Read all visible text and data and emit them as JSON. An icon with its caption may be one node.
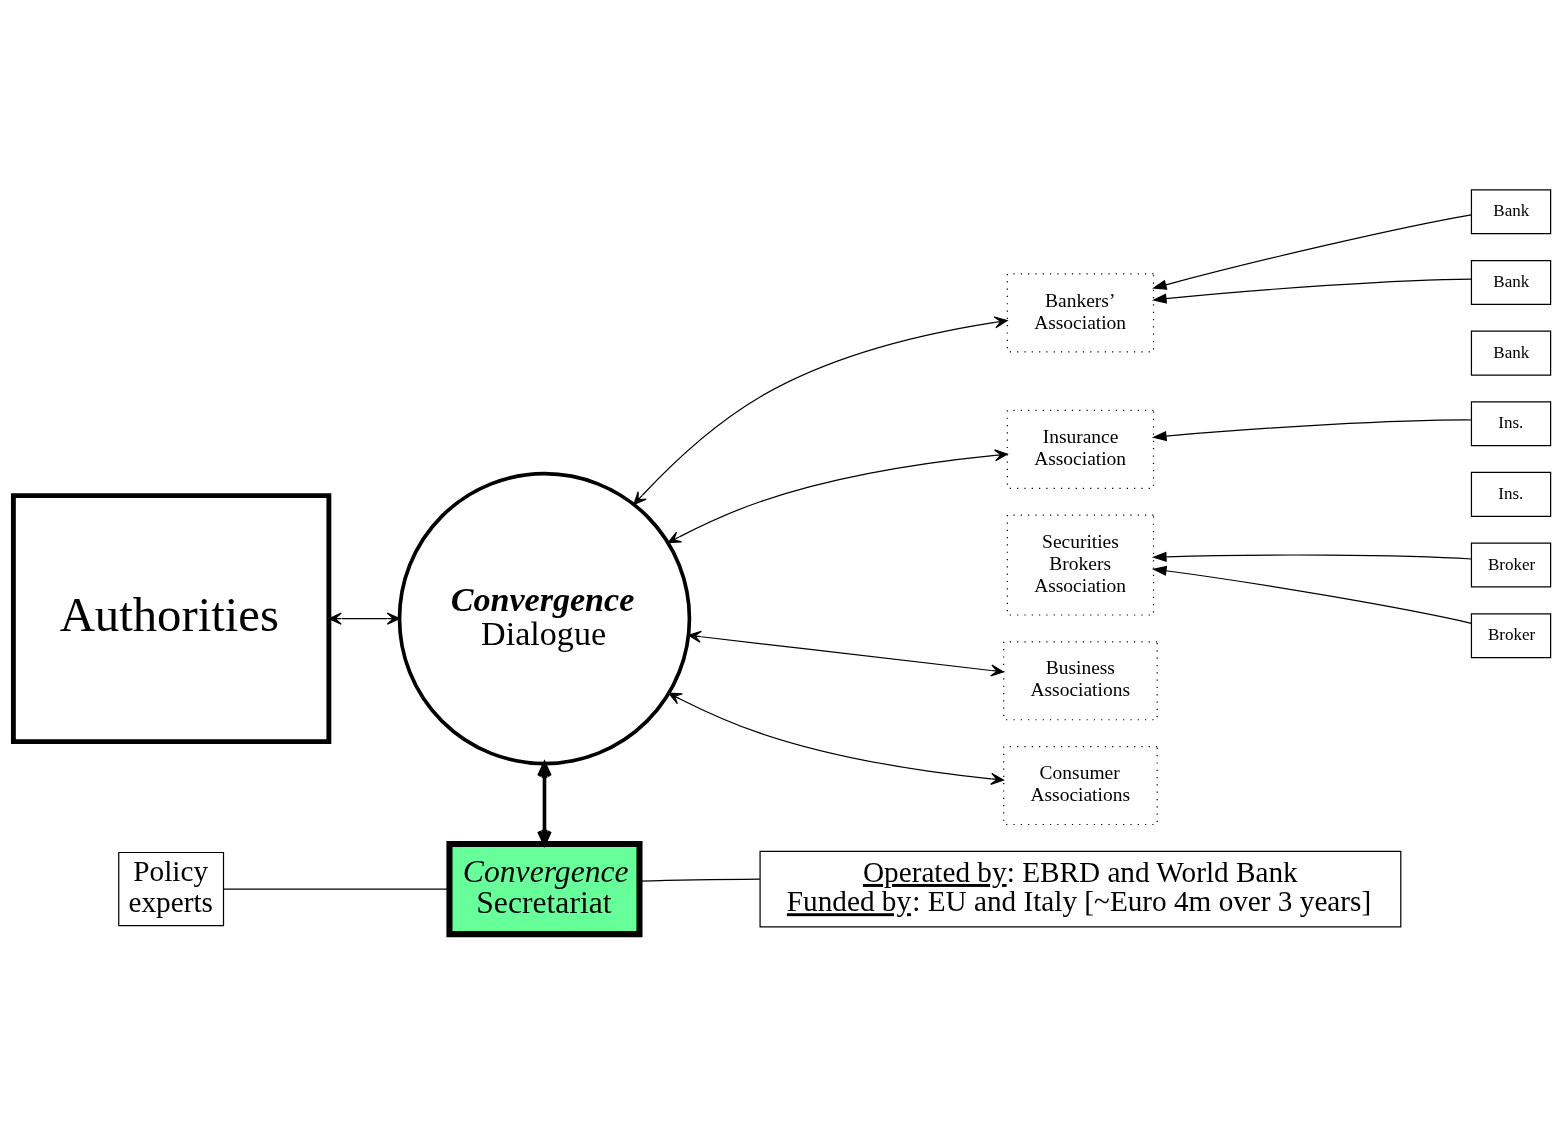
{
  "diagram": {
    "nodes": [
      {
        "text": [
          "Authorities"
        ]
      },
      {
        "text": [
          "Convergence",
          "Dialogue"
        ]
      },
      {
        "text": [
          "Bankers’ Association"
        ]
      },
      {
        "text": [
          "Insurance Association"
        ]
      },
      {
        "text": [
          "Securities Brokers Association"
        ]
      },
      {
        "text": [
          "Business Associations"
        ]
      },
      {
        "text": [
          "Consumer Associations"
        ]
      },
      {
        "text": [
          "Bank"
        ]
      },
      {
        "text": [
          "Bank"
        ]
      },
      {
        "text": [
          "Bank"
        ]
      },
      {
        "text": [
          "Ins."
        ]
      },
      {
        "text": [
          "Ins."
        ]
      },
      {
        "text": [
          "Broker"
        ]
      },
      {
        "text": [
          "Broker"
        ]
      },
      {
        "text": [
          "Convergence",
          "Secretariat"
        ]
      },
      {
        "text": [
          "Policy experts"
        ]
      },
      {
        "text": [
          "Operated by: EBRD and World Bank",
          "Funded by: EU and Italy [~Euro 4m over 3 years]"
        ]
      }
    ],
    "edges": [
      {
        "from": 0,
        "to": 1,
        "arrow": "both"
      },
      {
        "from": 1,
        "to": 2,
        "arrow": "both"
      },
      {
        "from": 1,
        "to": 3,
        "arrow": "both"
      },
      {
        "from": 1,
        "to": 5,
        "arrow": "both"
      },
      {
        "from": 1,
        "to": 6,
        "arrow": "both"
      },
      {
        "from": 7,
        "to": 2,
        "arrow": "to"
      },
      {
        "from": 8,
        "to": 2,
        "arrow": "to"
      },
      {
        "from": 10,
        "to": 3,
        "arrow": "to"
      },
      {
        "from": 12,
        "to": 4,
        "arrow": "to"
      },
      {
        "from": 13,
        "to": 4,
        "arrow": "to"
      },
      {
        "from": 1,
        "to": 14,
        "arrow": "both",
        "style": "thick"
      },
      {
        "from": 15,
        "to": 14,
        "arrow": "none"
      },
      {
        "from": 14,
        "to": 16,
        "arrow": "none"
      }
    ]
  }
}
